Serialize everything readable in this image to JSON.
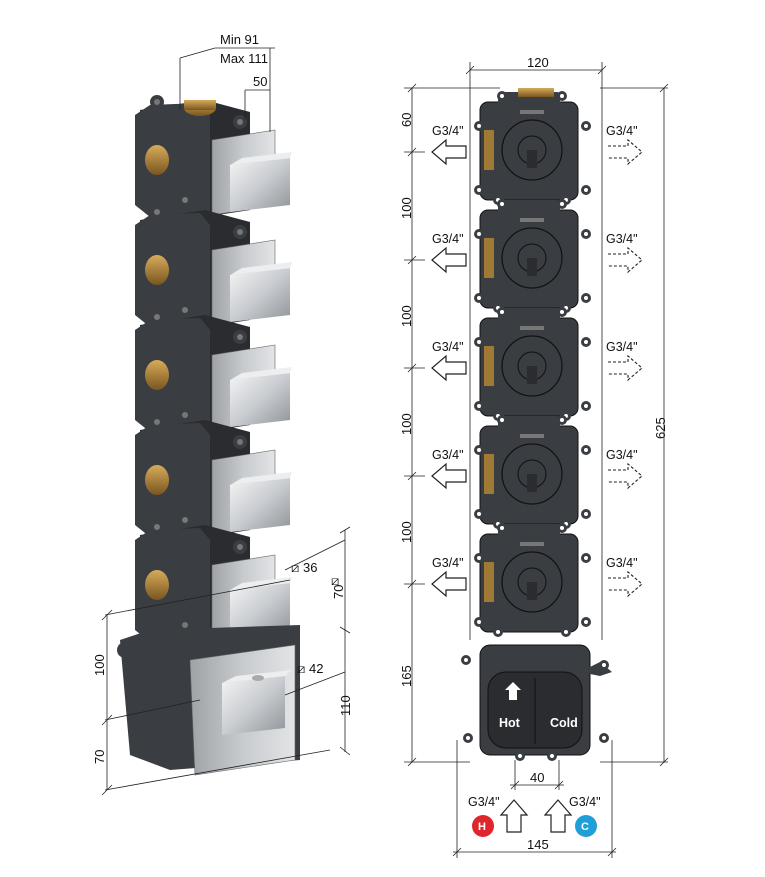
{
  "left_view": {
    "top_min": "Min 91",
    "top_max": "Max 111",
    "top_width": "50",
    "small_plate": "36",
    "small_plate_size": "70",
    "large_plate": "42",
    "large_plate_size": "110",
    "spacing_100": "100",
    "spacing_70": "70"
  },
  "right_view": {
    "width_top": "120",
    "height_total": "625",
    "offset_top": "60",
    "pitch": "100",
    "bottom_section": "165",
    "inlet_spacing": "40",
    "width_bottom": "145",
    "outlet_thread": "G3/4\"",
    "hot_label": "Hot",
    "cold_label": "Cold",
    "hot_thread": "G3/4\"",
    "cold_thread": "G3/4\"",
    "hot_badge": "H",
    "cold_badge": "C"
  },
  "colors": {
    "body": "#3a3d42",
    "body_dark": "#2a2c30",
    "brass": "#a07a35",
    "chrome": "#d8dadd",
    "hot": "#e0262d",
    "cold": "#1e9fd8"
  }
}
